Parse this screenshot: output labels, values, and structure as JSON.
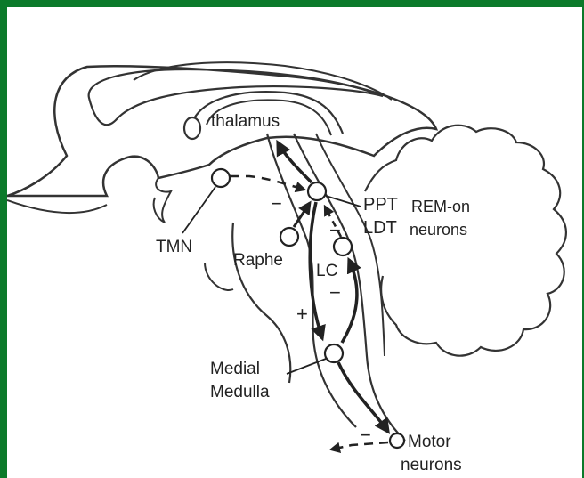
{
  "diagram": {
    "border_color": "#0b7a2a",
    "labels": {
      "thalamus": "thalamus",
      "ppt": "PPT",
      "rem_on": "REM-on",
      "ldt": "LDT",
      "neurons": "neurons",
      "tmn": "TMN",
      "raphe": "Raphe",
      "lc": "LC",
      "medial": "Medial",
      "medulla": "Medulla",
      "motor": "Motor",
      "motor_neurons": "neurons"
    },
    "signs": {
      "plus": "+",
      "minus_tmn": "−",
      "minus_lc_top": "−",
      "minus_lc_bottom": "−",
      "minus_motor": "−"
    }
  }
}
